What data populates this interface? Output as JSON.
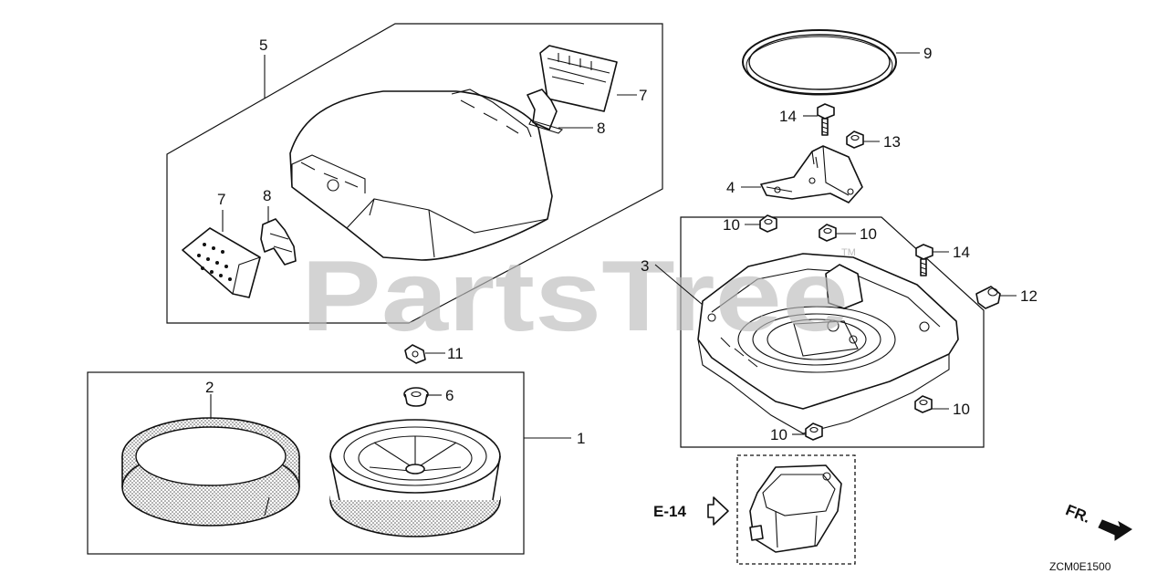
{
  "diagram": {
    "watermark": "PartsTree",
    "watermark_tm": "TM",
    "code": "ZCM0E1500",
    "ref_arrow_label": "E-14",
    "direction_label": "FR.",
    "callouts": {
      "c1": "1",
      "c2": "2",
      "c3": "3",
      "c4": "4",
      "c5": "5",
      "c6": "6",
      "c7a": "7",
      "c7b": "7",
      "c8a": "8",
      "c8b": "8",
      "c9": "9",
      "c10a": "10",
      "c10b": "10",
      "c10c": "10",
      "c10d": "10",
      "c11": "11",
      "c12": "12",
      "c13": "13",
      "c14a": "14",
      "c14b": "14"
    }
  }
}
